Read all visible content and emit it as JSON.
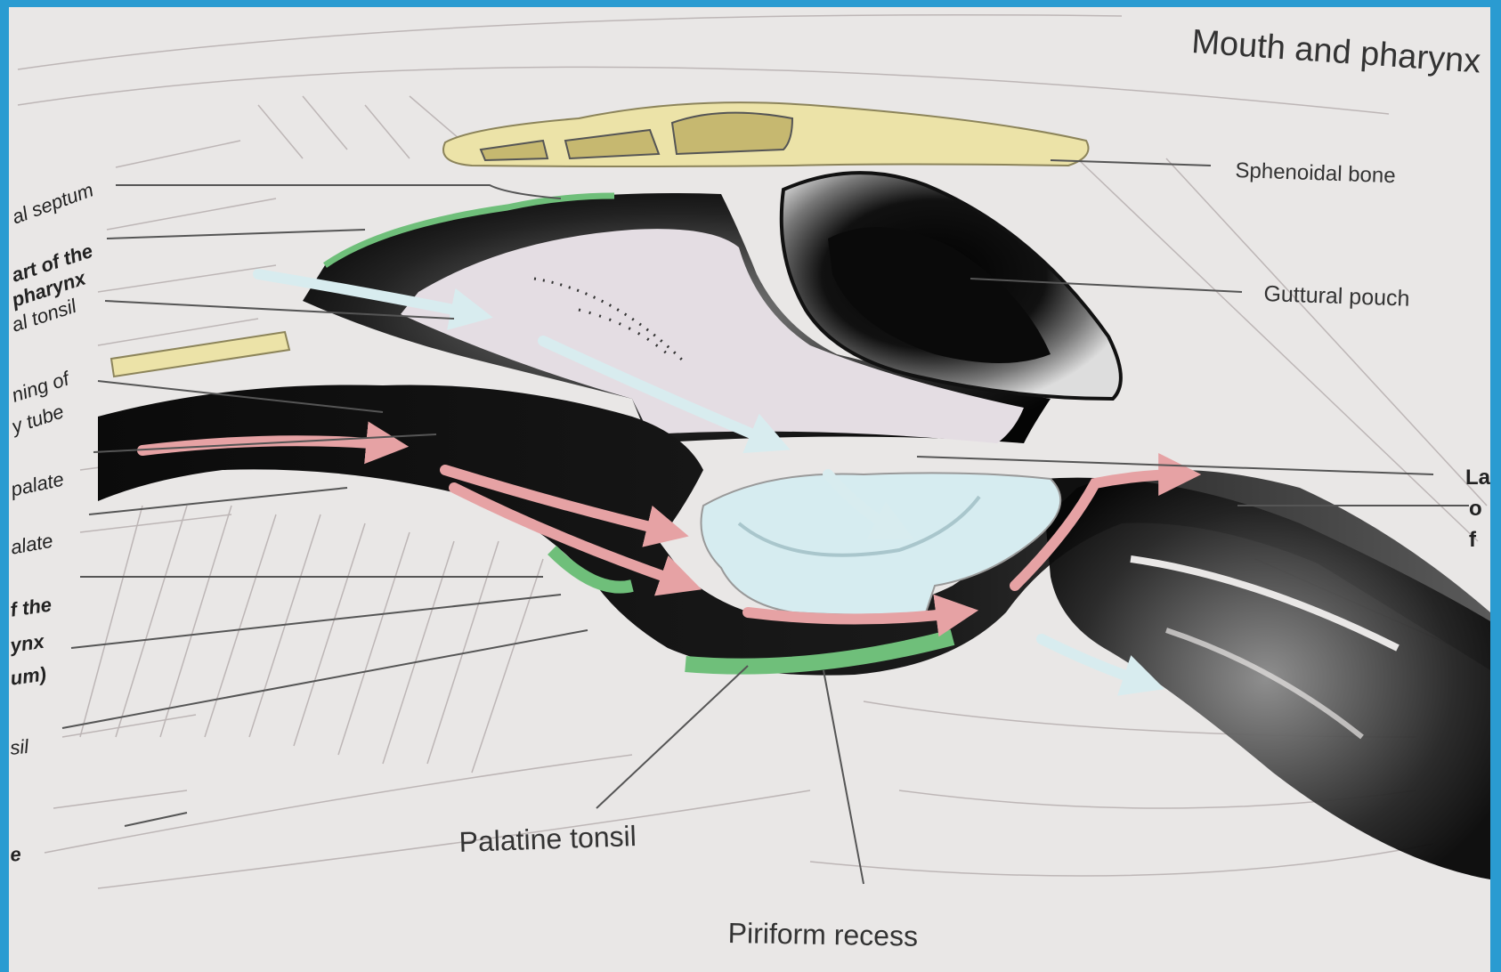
{
  "header": {
    "title": "Mouth and pharynx"
  },
  "labels": {
    "sphenoidal_bone": "Sphenoidal bone",
    "guttural_pouch": "Guttural pouch",
    "palatine_tonsil": "Palatine tonsil",
    "piriform_recess": "Piriform recess"
  },
  "cut_labels": [
    "al septum",
    "art of the",
    "pharynx",
    "al tonsil",
    "ning of",
    "y tube",
    "palate",
    "alate",
    "f the",
    "ynx",
    "um)",
    "sil",
    "e"
  ],
  "right_cut_labels": [
    "La",
    "o",
    "f"
  ],
  "colors": {
    "page": "#e9e7e6",
    "frame": "#2a9bd1",
    "bone": "#ece3a8",
    "mucosa": "#6fbf7a",
    "air_arrow": "#d8ecef",
    "food_arrow": "#e6a2a4",
    "tongue": "#d6ecf0",
    "lumen": "#111111"
  }
}
